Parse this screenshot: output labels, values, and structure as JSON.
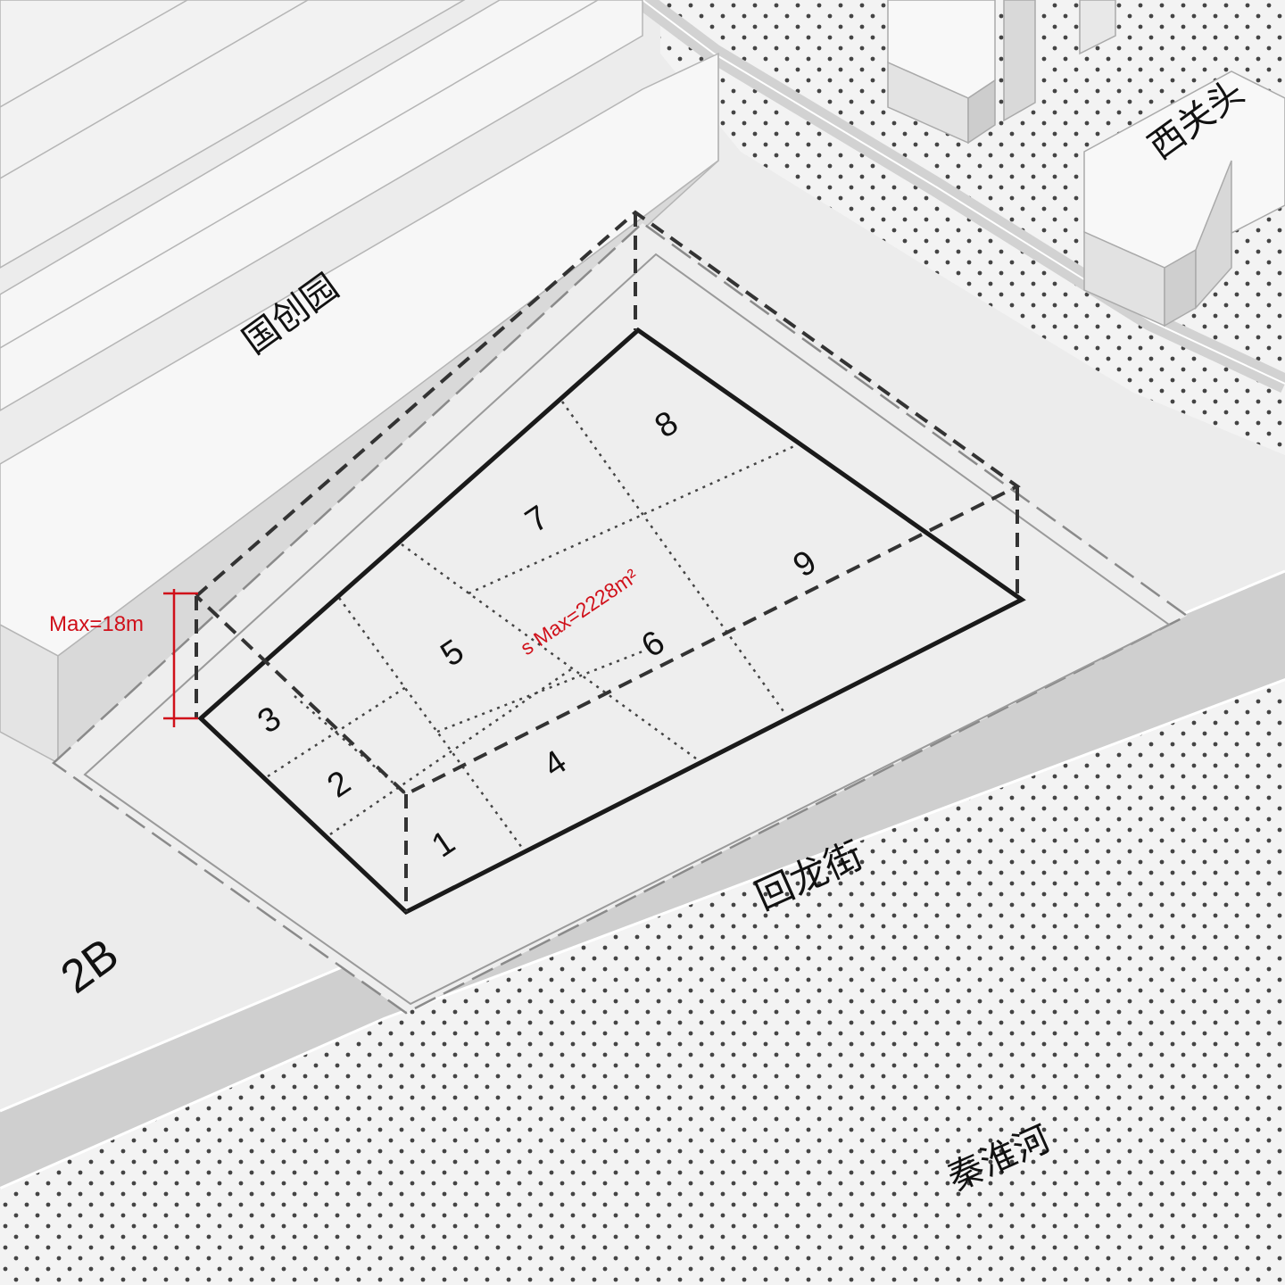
{
  "labels": {
    "park_name": "国创园",
    "west_area": "西关头",
    "street": "回龙街",
    "river": "秦淮河",
    "block_id": "2B"
  },
  "constraints": {
    "max_height": "Max=18m",
    "max_area": "s Max=2228m²"
  },
  "plot_numbers": [
    "1",
    "2",
    "3",
    "4",
    "5",
    "6",
    "7",
    "8",
    "9"
  ],
  "colors": {
    "background": "#ececec",
    "street": "#cfcfcf",
    "building_top": "#f7f7f7",
    "annotation_red": "#d0101a",
    "outline": "#1a1a1a"
  }
}
